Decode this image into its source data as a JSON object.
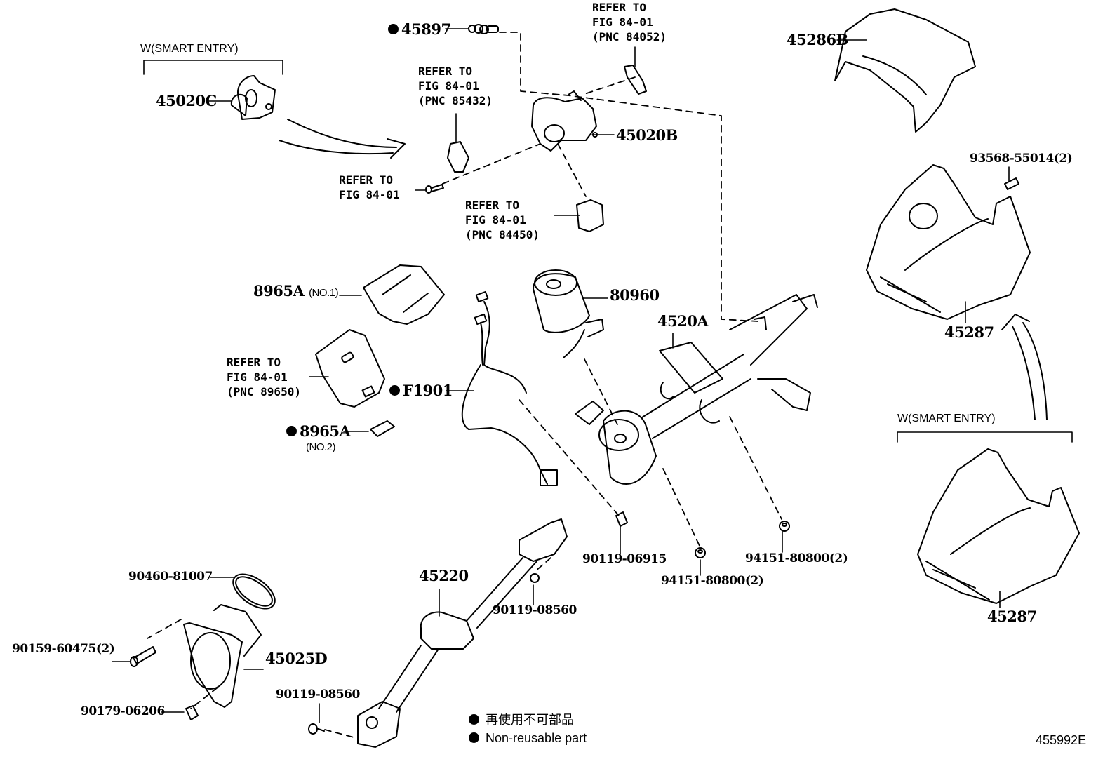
{
  "diagram": {
    "type": "exploded-parts-diagram",
    "figure_id": "455992E",
    "variant_labels": {
      "smart_entry_top": "W(SMART ENTRY)",
      "smart_entry_right": "W(SMART ENTRY)"
    },
    "parts": {
      "p45897": {
        "number": "45897",
        "non_reusable": true
      },
      "p45020C": {
        "number": "45020C"
      },
      "p45020B": {
        "number": "45020B"
      },
      "p45286B": {
        "number": "45286B"
      },
      "p93568": {
        "number": "93568-55014(2)"
      },
      "p45287_top": {
        "number": "45287"
      },
      "p45287_bottom": {
        "number": "45287"
      },
      "p8965A_1": {
        "number": "8965A",
        "qualifier": "(NO.1)"
      },
      "p8965A_2": {
        "number": "8965A",
        "qualifier": "(NO.2)",
        "non_reusable": true
      },
      "pF1901": {
        "number": "F1901",
        "non_reusable": true
      },
      "p80960": {
        "number": "80960"
      },
      "p4520A": {
        "number": "4520A"
      },
      "p90119_06915": {
        "number": "90119-06915"
      },
      "p94151_a": {
        "number": "94151-80800(2)"
      },
      "p94151_b": {
        "number": "94151-80800(2)"
      },
      "p45220": {
        "number": "45220"
      },
      "p90119_08560_a": {
        "number": "90119-08560"
      },
      "p90119_08560_b": {
        "number": "90119-08560"
      },
      "p90460": {
        "number": "90460-81007"
      },
      "p90159": {
        "number": "90159-60475(2)"
      },
      "p45025D": {
        "number": "45025D"
      },
      "p90179": {
        "number": "90179-06206"
      }
    },
    "references": {
      "r84052": "REFER TO\nFIG 84-01\n(PNC 84052)",
      "r85432": "REFER TO\nFIG 84-01\n(PNC 85432)",
      "r84_01": "REFER TO\nFIG 84-01",
      "r84450": "REFER TO\nFIG 84-01\n(PNC 84450)",
      "r89650": "REFER TO\nFIG 84-01\n(PNC 89650)"
    },
    "legend": {
      "symbol": "filled-circle",
      "line_ja": "再使用不可部品",
      "line_en": "Non-reusable part"
    }
  }
}
